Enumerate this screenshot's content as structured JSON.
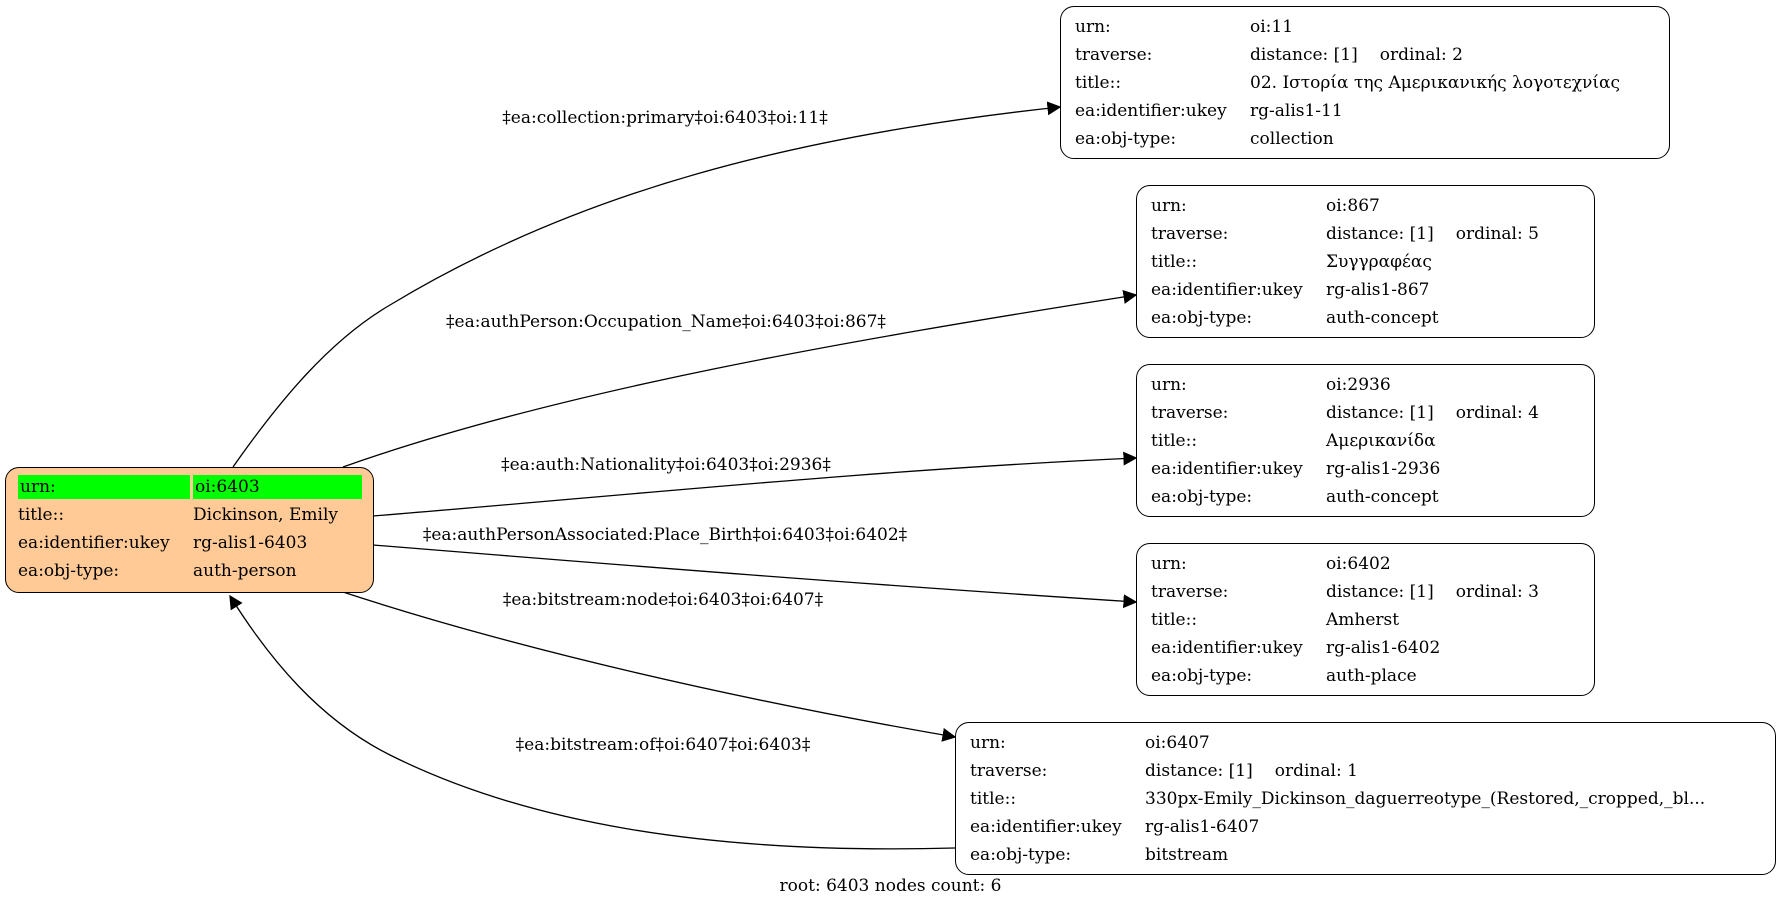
{
  "root_node": {
    "rows": [
      {
        "key": "urn:",
        "value": "oi:6403"
      },
      {
        "key": "title::",
        "value": "Dickinson, Emily"
      },
      {
        "key": "ea:identifier:ukey",
        "value": "rg-alis1-6403"
      },
      {
        "key": "ea:obj-type:",
        "value": "auth-person"
      }
    ],
    "fill_color": "#ffca96",
    "highlight_color": "#00ff00"
  },
  "nodes": [
    {
      "urn": "oi:11",
      "distance": "distance: [1]",
      "ordinal": "ordinal: 2",
      "title": "02. Ιστορία της Αμερικανικής λογοτεχνίας",
      "ukey": "rg-alis1-11",
      "obj_type": "collection"
    },
    {
      "urn": "oi:867",
      "distance": "distance: [1]",
      "ordinal": "ordinal: 5",
      "title": "Συγγραφέας",
      "ukey": "rg-alis1-867",
      "obj_type": "auth-concept"
    },
    {
      "urn": "oi:2936",
      "distance": "distance: [1]",
      "ordinal": "ordinal: 4",
      "title": "Αμερικανίδα",
      "ukey": "rg-alis1-2936",
      "obj_type": "auth-concept"
    },
    {
      "urn": "oi:6402",
      "distance": "distance: [1]",
      "ordinal": "ordinal: 3",
      "title": "Amherst",
      "ukey": "rg-alis1-6402",
      "obj_type": "auth-place"
    },
    {
      "urn": "oi:6407",
      "distance": "distance: [1]",
      "ordinal": "ordinal: 1",
      "title": "330px-Emily_Dickinson_daguerreotype_(Restored,_cropped,_bl...",
      "ukey": "rg-alis1-6407",
      "obj_type": "bitstream"
    }
  ],
  "labels": {
    "urn": "urn:",
    "traverse": "traverse:",
    "title": "title::",
    "ukey": "ea:identifier:ukey",
    "obj_type": "ea:obj-type:"
  },
  "edges": [
    {
      "label": "‡ea:collection:primary‡oi:6403‡oi:11‡"
    },
    {
      "label": "‡ea:authPerson:Occupation_Name‡oi:6403‡oi:867‡"
    },
    {
      "label": "‡ea:auth:Nationality‡oi:6403‡oi:2936‡"
    },
    {
      "label": "‡ea:authPersonAssociated:Place_Birth‡oi:6403‡oi:6402‡"
    },
    {
      "label": "‡ea:bitstream:node‡oi:6403‡oi:6407‡"
    },
    {
      "label": "‡ea:bitstream:of‡oi:6407‡oi:6403‡"
    }
  ],
  "footer": "root: 6403 nodes count: 6"
}
